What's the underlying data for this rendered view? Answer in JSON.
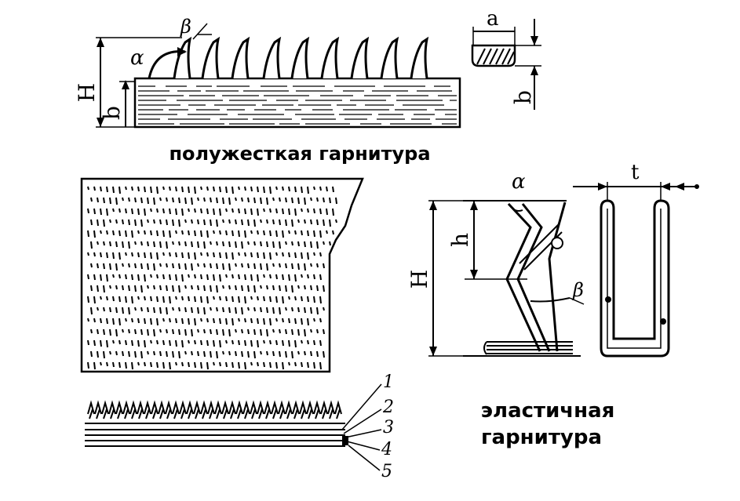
{
  "semi_rigid": {
    "caption": "полужесткая гарнитура",
    "labels": {
      "H": "H",
      "b": "b",
      "alpha": "α",
      "beta": "β"
    },
    "wire_profile_labels": {
      "a": "a",
      "b": "b"
    }
  },
  "elastic": {
    "caption_line1": "эластичная",
    "caption_line2": "гарнитура",
    "labels": {
      "alpha": "α",
      "H": "H",
      "h": "h",
      "beta": "β",
      "t": "t"
    }
  },
  "layers": {
    "numbers": [
      "1",
      "2",
      "3",
      "4",
      "5"
    ]
  }
}
